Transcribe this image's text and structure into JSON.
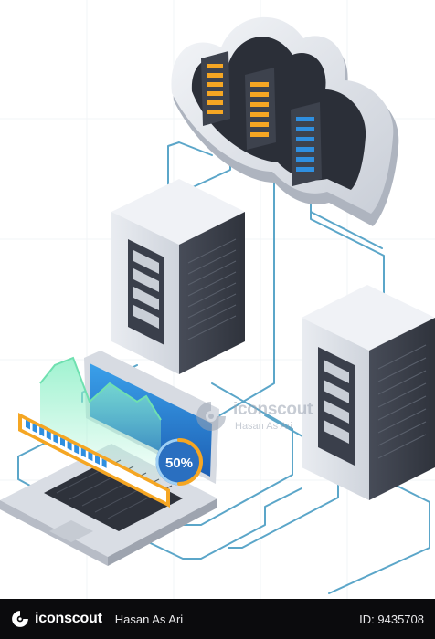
{
  "progress": {
    "percent_label": "50%",
    "value": 0.5
  },
  "watermark": {
    "brand": "iconscout",
    "author": "Hasan As Ari"
  },
  "footer": {
    "brand": "iconscout",
    "author": "Hasan As Ari",
    "id": "ID: 9435708"
  },
  "colors": {
    "accent_blue": "#2f8fe0",
    "accent_orange": "#f5a623",
    "server_body": "#dfe3ea",
    "server_dark": "#3a3f4b",
    "chart_green": "#6fe0b0",
    "cable": "#5ba6c9",
    "footer_bg": "#0b0b0d"
  },
  "icons": [
    "cloud-icon",
    "server-rack-icon",
    "laptop-icon",
    "iconscout-logo-icon"
  ]
}
